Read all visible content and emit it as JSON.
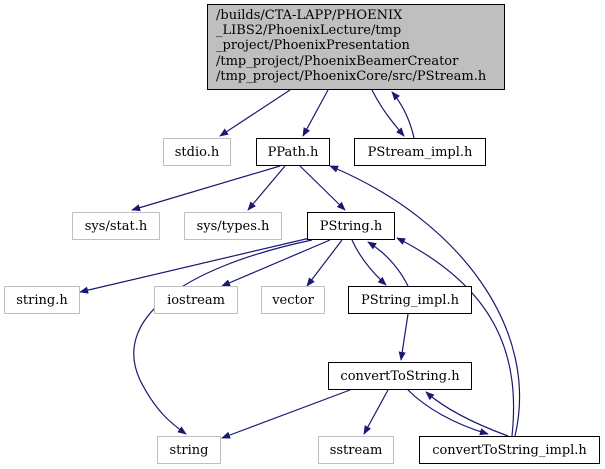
{
  "colors": {
    "edge": "#191970",
    "root_fill": "#bfbfbf",
    "system_border": "#bfbfbf",
    "project_border": "#000000"
  },
  "root": {
    "lines": [
      "/builds/CTA-LAPP/PHOENIX",
      "_LIBS2/PhoenixLecture/tmp",
      "_project/PhoenixPresentation",
      "/tmp_project/PhoenixBeamerCreator",
      "/tmp_project/PhoenixCore/src/PStream.h"
    ]
  },
  "nodes": {
    "stdio_h": "stdio.h",
    "ppath_h": "PPath.h",
    "pstream_impl_h": "PStream_impl.h",
    "sys_stat_h": "sys/stat.h",
    "sys_types_h": "sys/types.h",
    "pstring_h": "PString.h",
    "string_h": "string.h",
    "iostream": "iostream",
    "vector": "vector",
    "pstring_impl_h": "PString_impl.h",
    "converttostring_h": "convertToString.h",
    "string": "string",
    "sstream": "sstream",
    "converttostring_impl_h": "convertToString_impl.h"
  },
  "edges": [
    [
      "root",
      "stdio_h"
    ],
    [
      "root",
      "ppath_h"
    ],
    [
      "root",
      "pstream_impl_h"
    ],
    [
      "pstream_impl_h",
      "root"
    ],
    [
      "ppath_h",
      "sys_stat_h"
    ],
    [
      "ppath_h",
      "sys_types_h"
    ],
    [
      "ppath_h",
      "pstring_h"
    ],
    [
      "pstring_h",
      "string_h"
    ],
    [
      "pstring_h",
      "iostream"
    ],
    [
      "pstring_h",
      "vector"
    ],
    [
      "pstring_h",
      "pstring_impl_h"
    ],
    [
      "pstring_h",
      "string"
    ],
    [
      "pstring_impl_h",
      "pstring_h"
    ],
    [
      "pstring_impl_h",
      "converttostring_h"
    ],
    [
      "converttostring_h",
      "string"
    ],
    [
      "converttostring_h",
      "sstream"
    ],
    [
      "converttostring_h",
      "converttostring_impl_h"
    ],
    [
      "converttostring_impl_h",
      "converttostring_h"
    ],
    [
      "converttostring_impl_h",
      "pstring_h"
    ],
    [
      "converttostring_impl_h",
      "ppath_h"
    ]
  ]
}
